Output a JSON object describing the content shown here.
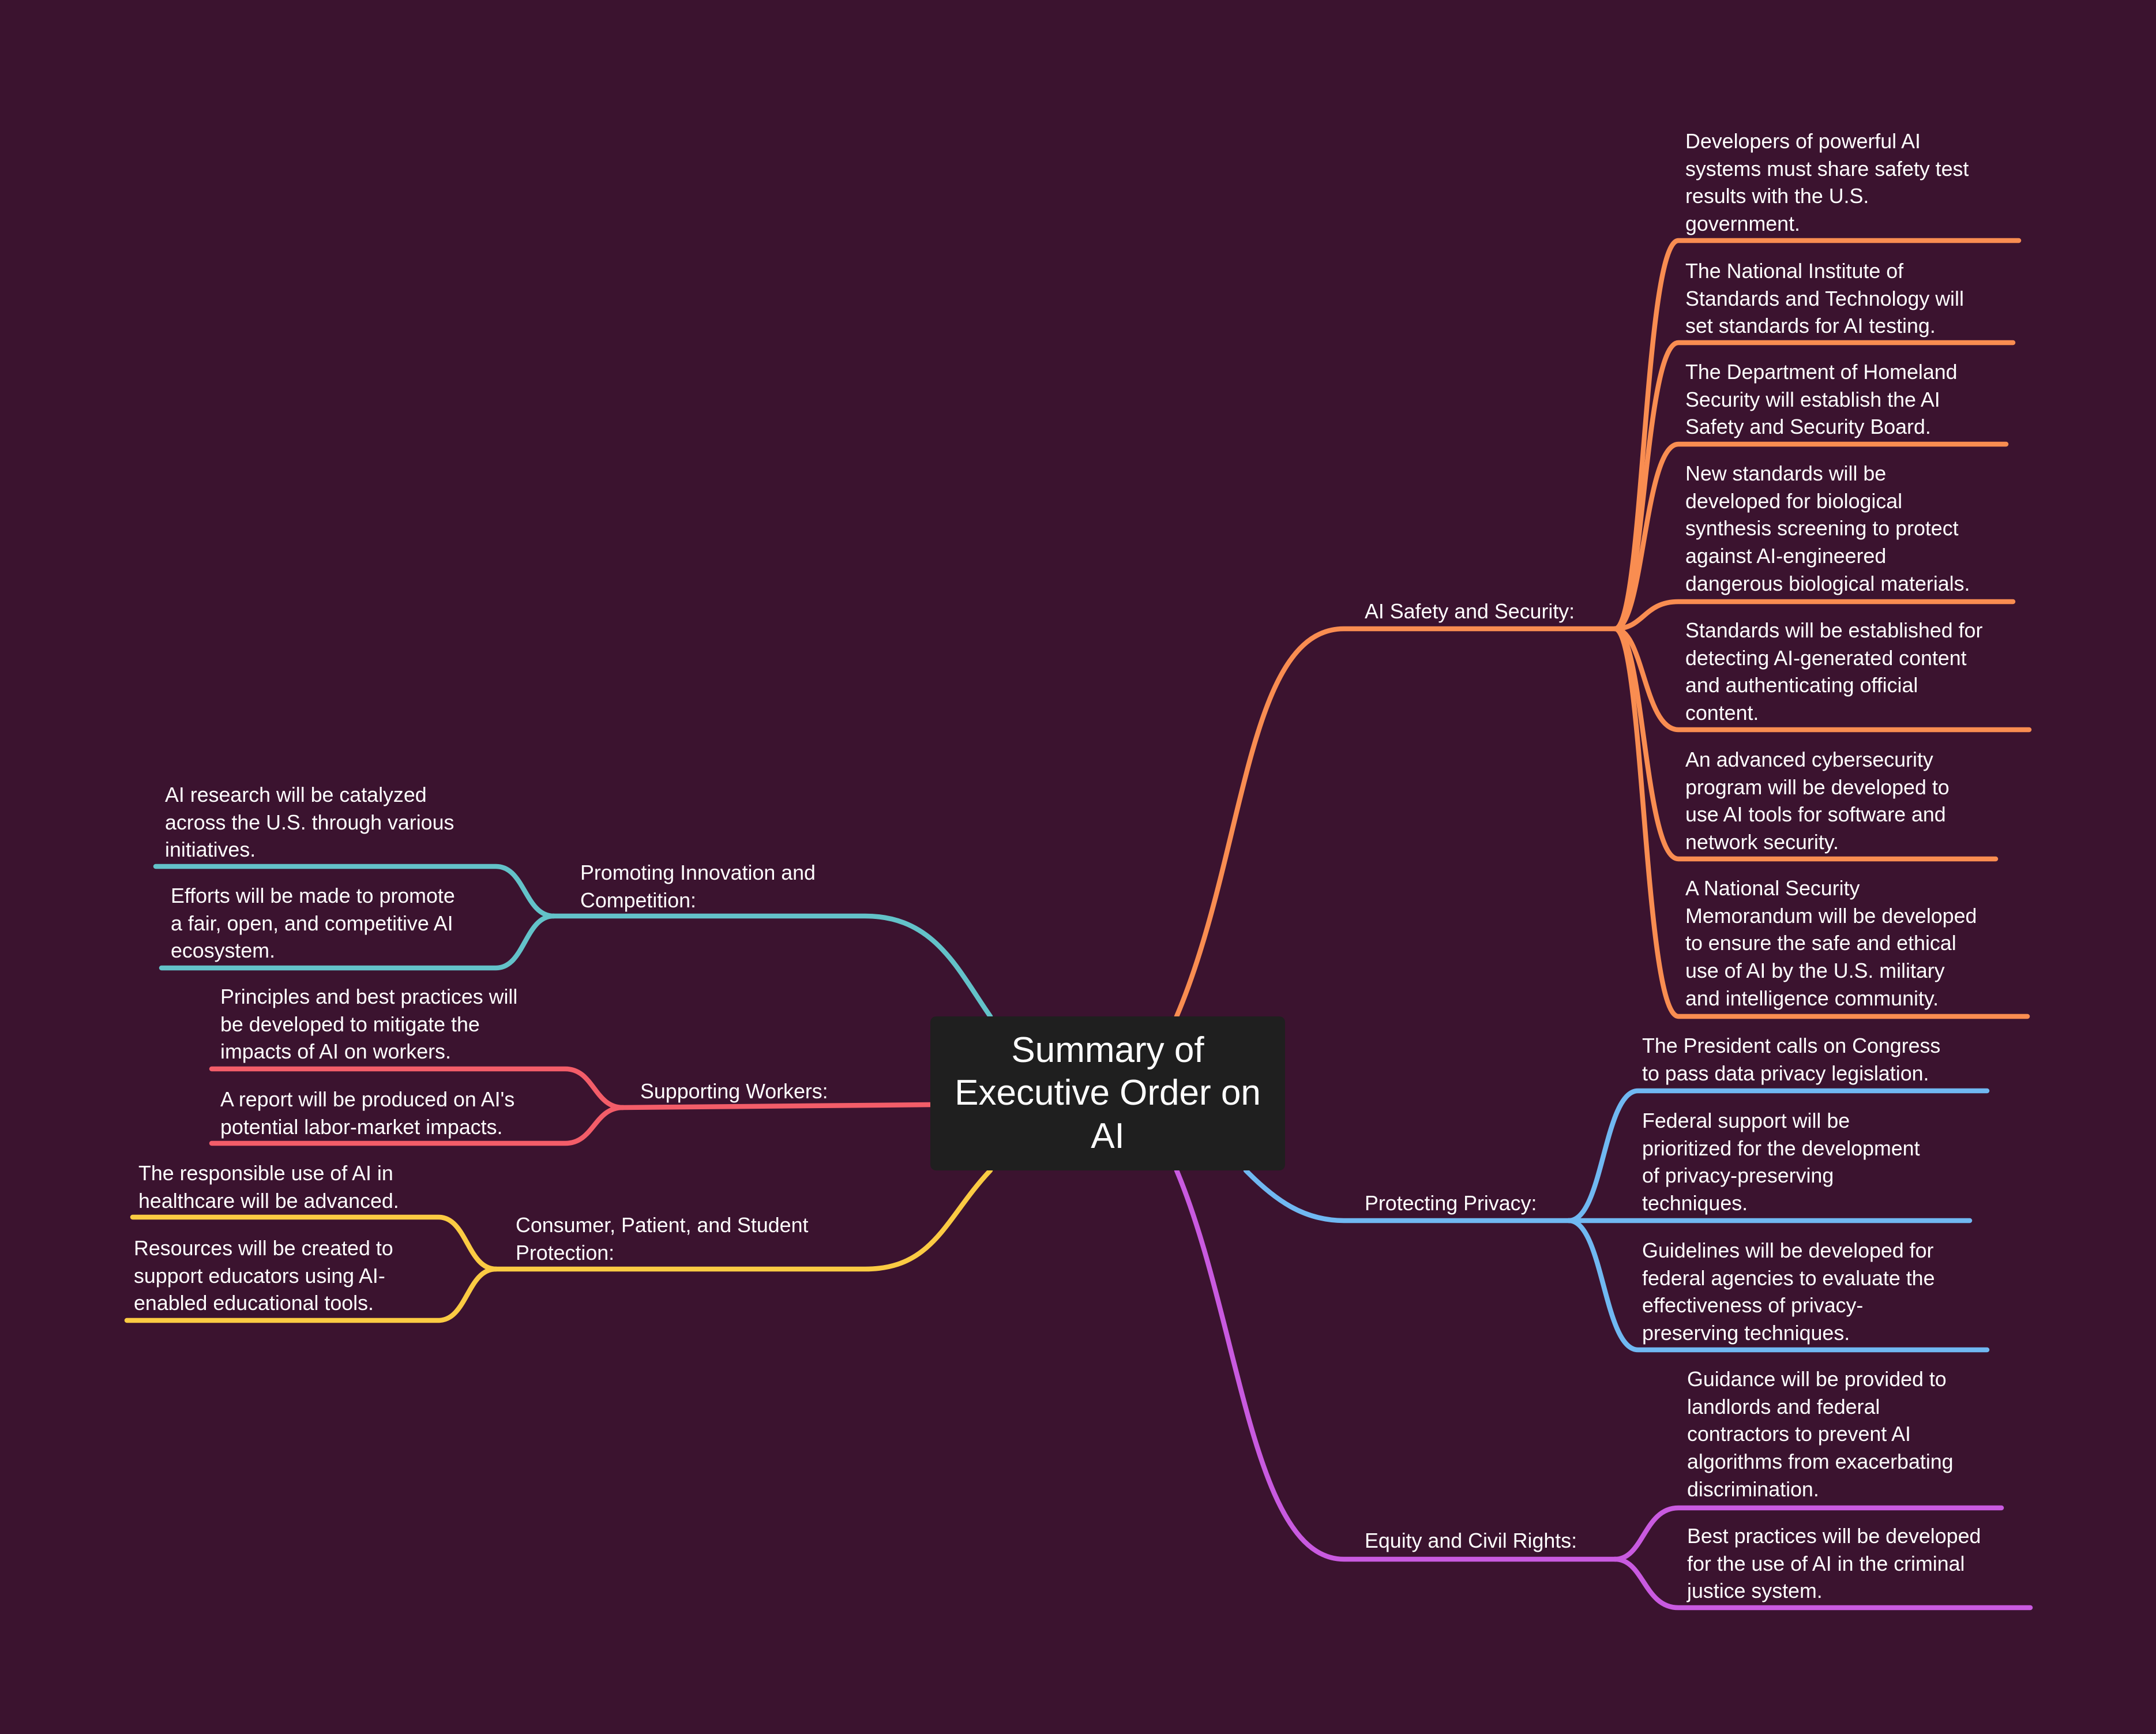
{
  "center": {
    "title": "Summary of\nExecutive Order on\nAI"
  },
  "colors": {
    "background": "#3b132f",
    "center_box": "#1f1f1f",
    "safety": "#f98d51",
    "privacy": "#70b8f2",
    "equity": "#c95ae0",
    "innovation": "#63c2c9",
    "workers": "#f35d69",
    "consumer": "#fbcb43"
  },
  "branches": {
    "safety": {
      "label": "AI Safety and Security:",
      "items": [
        "Developers of powerful AI\nsystems must share safety test\nresults with the U.S.\ngovernment.",
        "The National Institute of\nStandards and Technology will\nset standards for AI testing.",
        "The Department of Homeland\nSecurity will establish the AI\nSafety and Security Board.",
        "New standards will be\ndeveloped for biological\nsynthesis screening to protect\nagainst AI-engineered\ndangerous biological materials.",
        "Standards will be established for\ndetecting AI-generated content\nand authenticating official\ncontent.",
        "An advanced cybersecurity\nprogram will be developed to\nuse AI tools for software and\nnetwork security.",
        "A National Security\nMemorandum will be developed\nto ensure the safe and ethical\nuse of AI by the U.S. military\nand intelligence community."
      ]
    },
    "privacy": {
      "label": "Protecting Privacy:",
      "items": [
        "The President calls on Congress\nto pass data privacy legislation.",
        "Federal support will be\nprioritized for the development\nof privacy-preserving\ntechniques.",
        "Guidelines will be developed for\nfederal agencies to evaluate the\neffectiveness of privacy-\npreserving techniques."
      ]
    },
    "equity": {
      "label": "Equity and Civil Rights:",
      "items": [
        "Guidance will be provided to\nlandlords and federal\ncontractors to prevent AI\nalgorithms from exacerbating\ndiscrimination.",
        "Best practices will be developed\nfor the use of AI in the criminal\njustice system."
      ]
    },
    "innovation": {
      "label": "Promoting Innovation and\nCompetition:",
      "items": [
        "AI research will be catalyzed\nacross the U.S. through various\ninitiatives.",
        "Efforts will be made to promote\na fair, open, and competitive AI\necosystem."
      ]
    },
    "workers": {
      "label": "Supporting Workers:",
      "items": [
        "Principles and best practices will\nbe developed to mitigate the\nimpacts of AI on workers.",
        "A report will be produced on AI's\npotential labor-market impacts."
      ]
    },
    "consumer": {
      "label": "Consumer, Patient, and Student\nProtection:",
      "items": [
        "The responsible use of AI in\nhealthcare will be advanced.",
        "Resources will be created to\nsupport educators using AI-\nenabled educational tools."
      ]
    }
  }
}
